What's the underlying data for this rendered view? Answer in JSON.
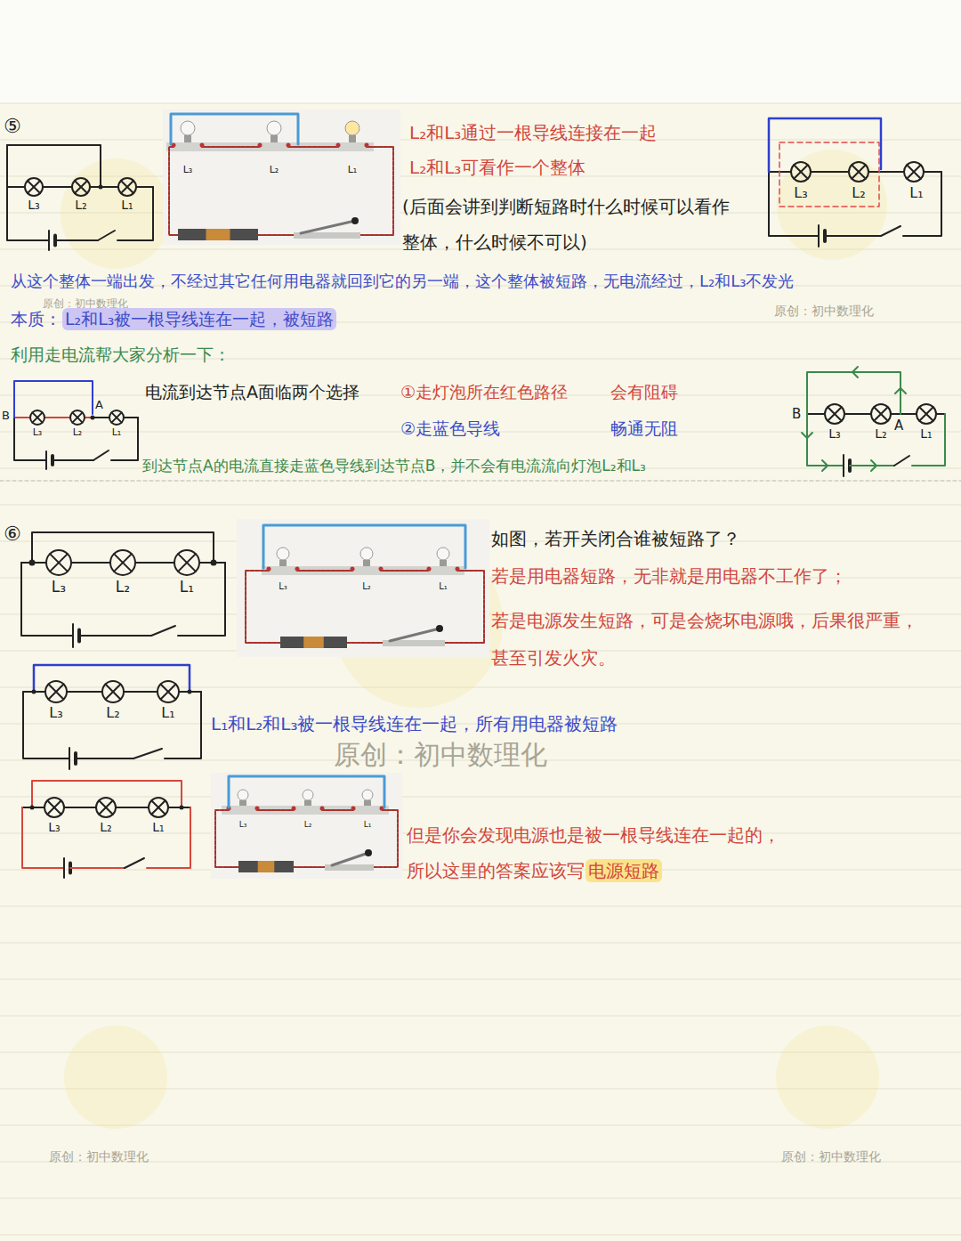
{
  "diagram": {
    "labels": [
      "⑤",
      "L₃",
      "L₂",
      "L₁",
      "L₃",
      "L₂",
      "L₁",
      "L₂和L₃通过一根导线连接在一起",
      "L₂和L₃可看作一个整体",
      "(后面会讲到判断短路时什么时候可以看作整体，什么时候不可以)",
      "L₃",
      "L₂",
      "L₁",
      "从这个整体一端出发，不经过其它任何用电器就回到它的另一端，这个整体被短路，无电流经过，L₂和L₃不发光",
      "原创：初中数理化",
      "本质：",
      "L₂和L₃被一根导线连在一起，被短路",
      "原创：初中数理化",
      "利用走电流帮大家分析一下：",
      "B",
      "L₃",
      "L₂",
      "A",
      "L₁",
      "电流到达节点A面临两个选择",
      "①走灯泡所在红色路径",
      "会有阻碍",
      "B",
      "L₃",
      "L₂",
      "A",
      "L₁",
      "②走蓝色导线",
      "畅通无阻",
      "到达节点A的电流直接走蓝色导线到达节点B，并不会有电流流向灯泡L₂和L₃",
      "⑥",
      "L₃",
      "L₂",
      "L₁",
      "L₃",
      "L₂",
      "L₁",
      "如图，若开关闭合谁被短路了？",
      "若是用电器短路，无非就是用电器不工作了；",
      "若是电源发生短路，可是会烧坏电源哦，后果很严重， 甚至引发火灾。",
      "L₃",
      "L₂",
      "L₁",
      "L₁和L₂和L₃被一根导线连在一起，所有用电器被短路",
      "原创：初中数理化",
      "L₃",
      "L₂",
      "L₁",
      "L₃",
      "L₂",
      "L₁",
      "但是你会发现电源也是被一根导线连在一起的，",
      "所以这里的答案应该写",
      "电源短路",
      "原创：初中数理化",
      "原创：初中数理化"
    ]
  }
}
